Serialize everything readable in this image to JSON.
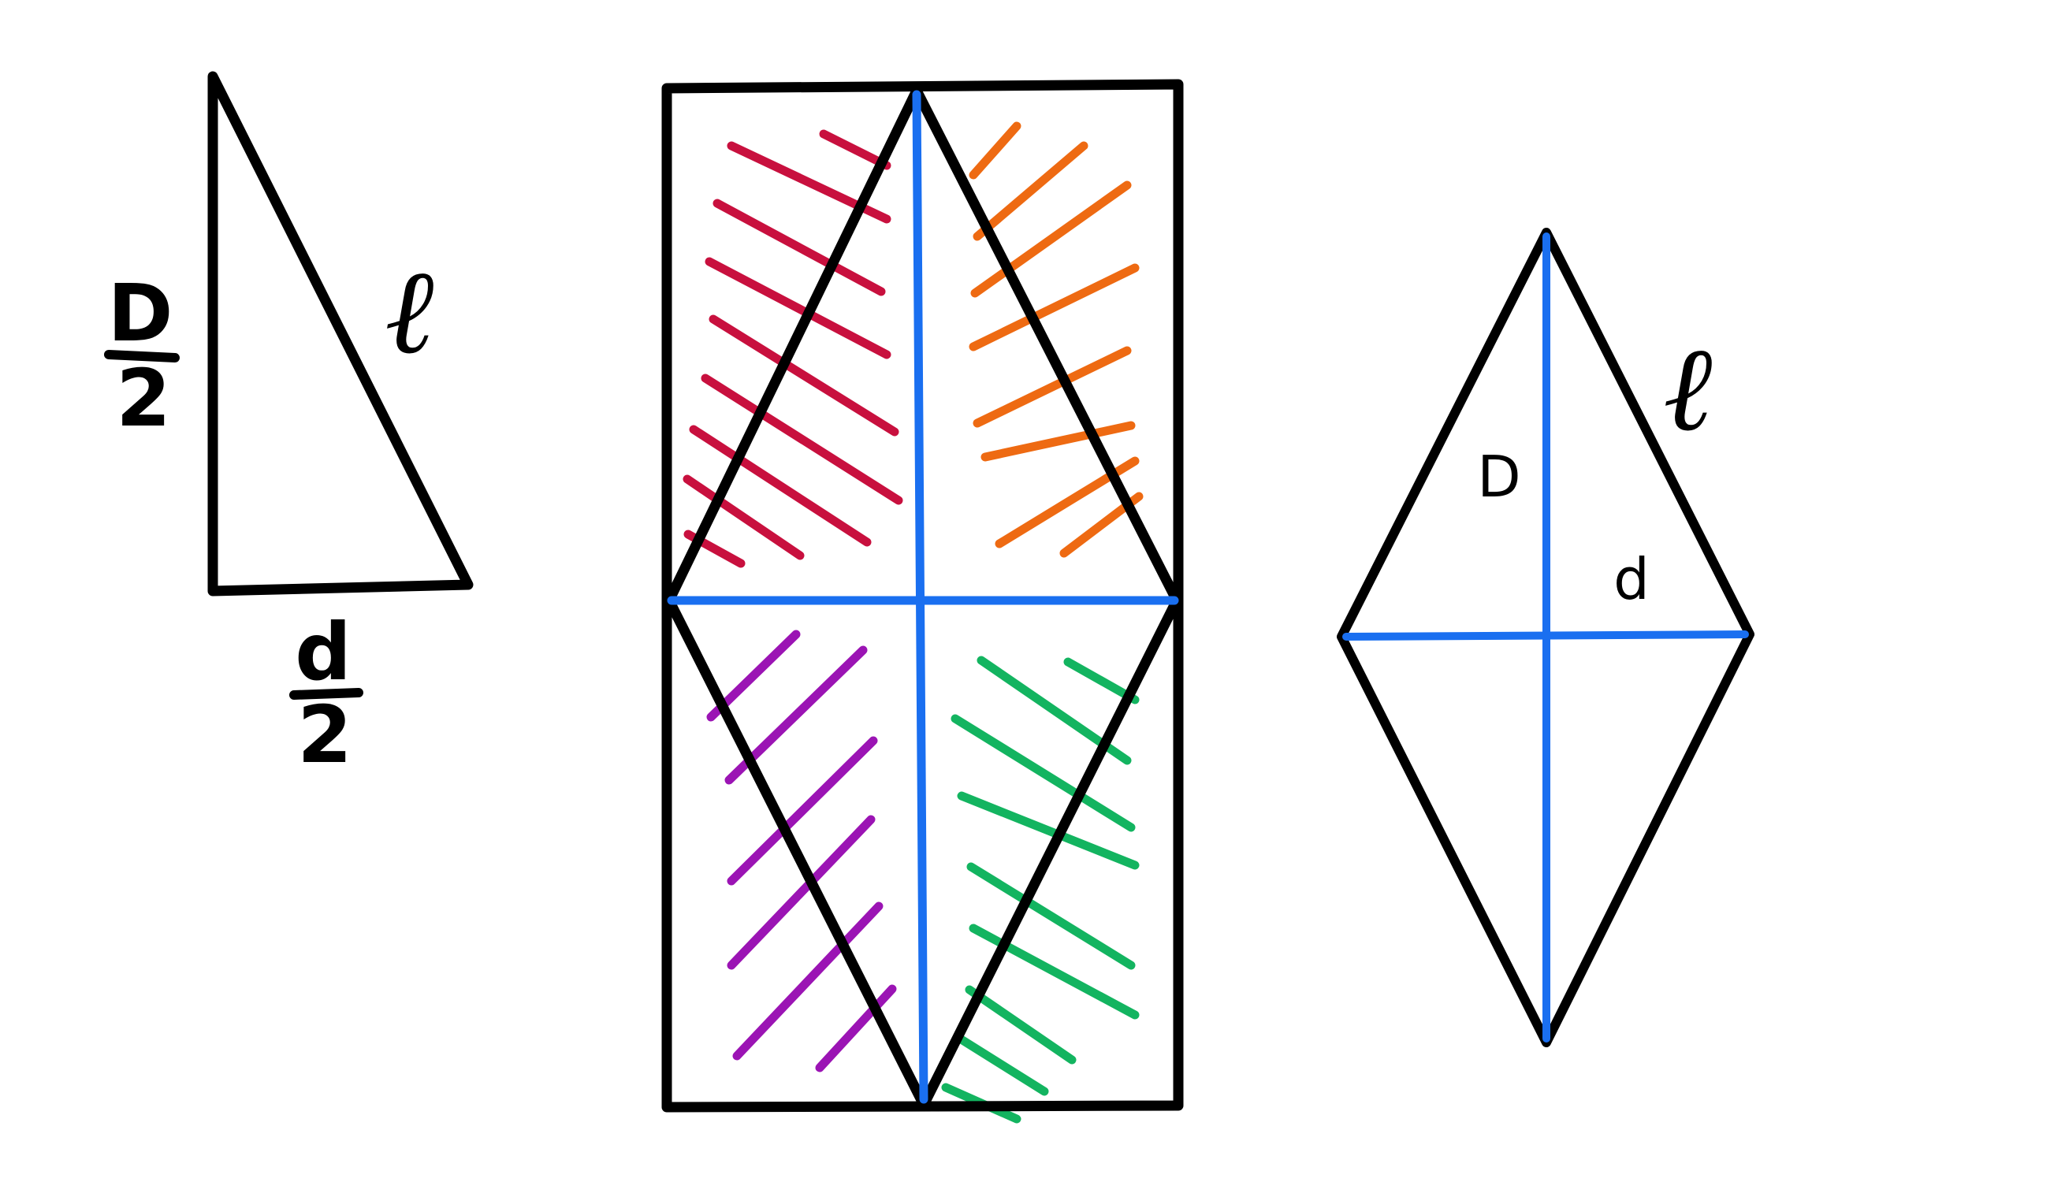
{
  "colors": {
    "outline": "#000000",
    "diagonal": "#1a6ff0",
    "hatch_top_left": "#c8103e",
    "hatch_top_right": "#ee6a12",
    "hatch_bottom_left": "#9b14b4",
    "hatch_bottom_right": "#13b460"
  },
  "triangle": {
    "hypotenuse_label": "ℓ",
    "vertical_leg": {
      "numerator": "D",
      "denominator": "2"
    },
    "horizontal_leg": {
      "numerator": "d",
      "denominator": "2"
    }
  },
  "rhombus": {
    "side_label": "ℓ",
    "long_diagonal_label": "D",
    "short_diagonal_label": "d"
  },
  "icons": {
    "hatch_stroke": "diagonal-hatch"
  }
}
